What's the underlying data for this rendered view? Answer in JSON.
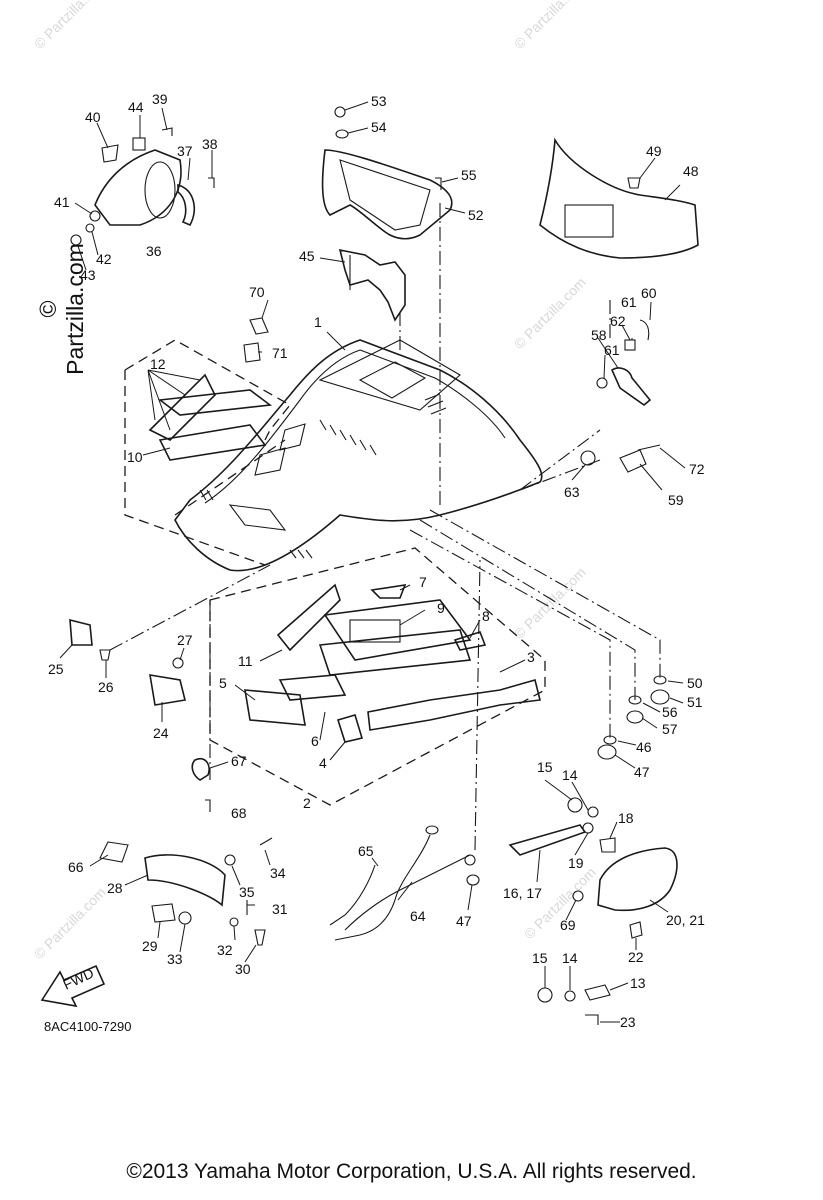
{
  "watermark": {
    "main": "© Partzilla.com",
    "faint": "© Partzilla.com"
  },
  "diagram_code": "8AC4100-7290",
  "fwd_label": "FWD",
  "copyright": "©2013  Yamaha Motor Corporation, U.S.A. All rights reserved.",
  "callouts": {
    "p1": "1",
    "p2": "2",
    "p3": "3",
    "p4": "4",
    "p5": "5",
    "p6": "6",
    "p7": "7",
    "p8": "8",
    "p9": "9",
    "p10": "10",
    "p11": "11",
    "p12": "12",
    "p13": "13",
    "p14a": "14",
    "p14b": "14",
    "p15a": "15",
    "p15b": "15",
    "p16_17": "16, 17",
    "p18": "18",
    "p19": "19",
    "p20_21": "20, 21",
    "p22": "22",
    "p23": "23",
    "p24": "24",
    "p25": "25",
    "p26": "26",
    "p27": "27",
    "p28": "28",
    "p29": "29",
    "p30": "30",
    "p31": "31",
    "p32": "32",
    "p33": "33",
    "p34": "34",
    "p35": "35",
    "p36": "36",
    "p37": "37",
    "p38": "38",
    "p39": "39",
    "p40": "40",
    "p41": "41",
    "p42": "42",
    "p43": "43",
    "p44": "44",
    "p45": "45",
    "p46": "46",
    "p47a": "47",
    "p47b": "47",
    "p48": "48",
    "p49": "49",
    "p50": "50",
    "p51": "51",
    "p52": "52",
    "p53": "53",
    "p54": "54",
    "p55": "55",
    "p56": "56",
    "p57": "57",
    "p58": "58",
    "p59": "59",
    "p60": "60",
    "p61a": "61",
    "p61b": "61",
    "p62": "62",
    "p63": "63",
    "p64": "64",
    "p65": "65",
    "p66": "66",
    "p67": "67",
    "p68": "68",
    "p69": "69",
    "p70": "70",
    "p71": "71",
    "p72": "72"
  }
}
